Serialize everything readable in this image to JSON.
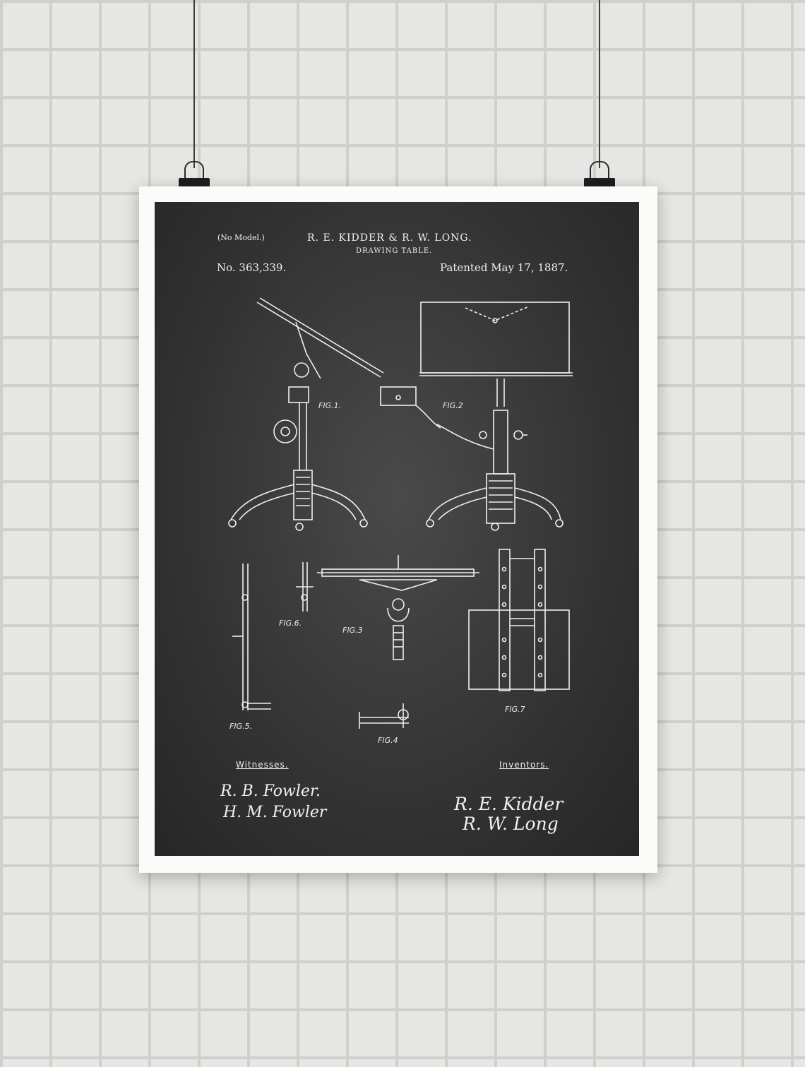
{
  "poster": {
    "model_note": "(No Model.)",
    "inventors_line": "R. E. KIDDER & R. W. LONG.",
    "title": "DRAWING TABLE.",
    "patent_no": "No. 363,339.",
    "patent_date": "Patented May 17, 1887.",
    "figures": [
      "FIG.1.",
      "FIG.2",
      "FIG.3",
      "FIG.4",
      "FIG.5.",
      "FIG.6.",
      "FIG.7"
    ],
    "witnesses": {
      "heading": "Witnesses.",
      "signatures": [
        "R. B. Fowler.",
        "H. M. Fowler"
      ]
    },
    "inventors": {
      "heading": "Inventors.",
      "signatures": [
        "R. E. Kidder",
        "R. W. Long"
      ]
    }
  },
  "colors": {
    "wall": "#e6e6e4",
    "mortar": "#cfcfcc",
    "paper_border": "#fbfbfa",
    "chalkboard": "#333333",
    "line_art": "#eeeeee",
    "clip": "#1e1e1e"
  }
}
